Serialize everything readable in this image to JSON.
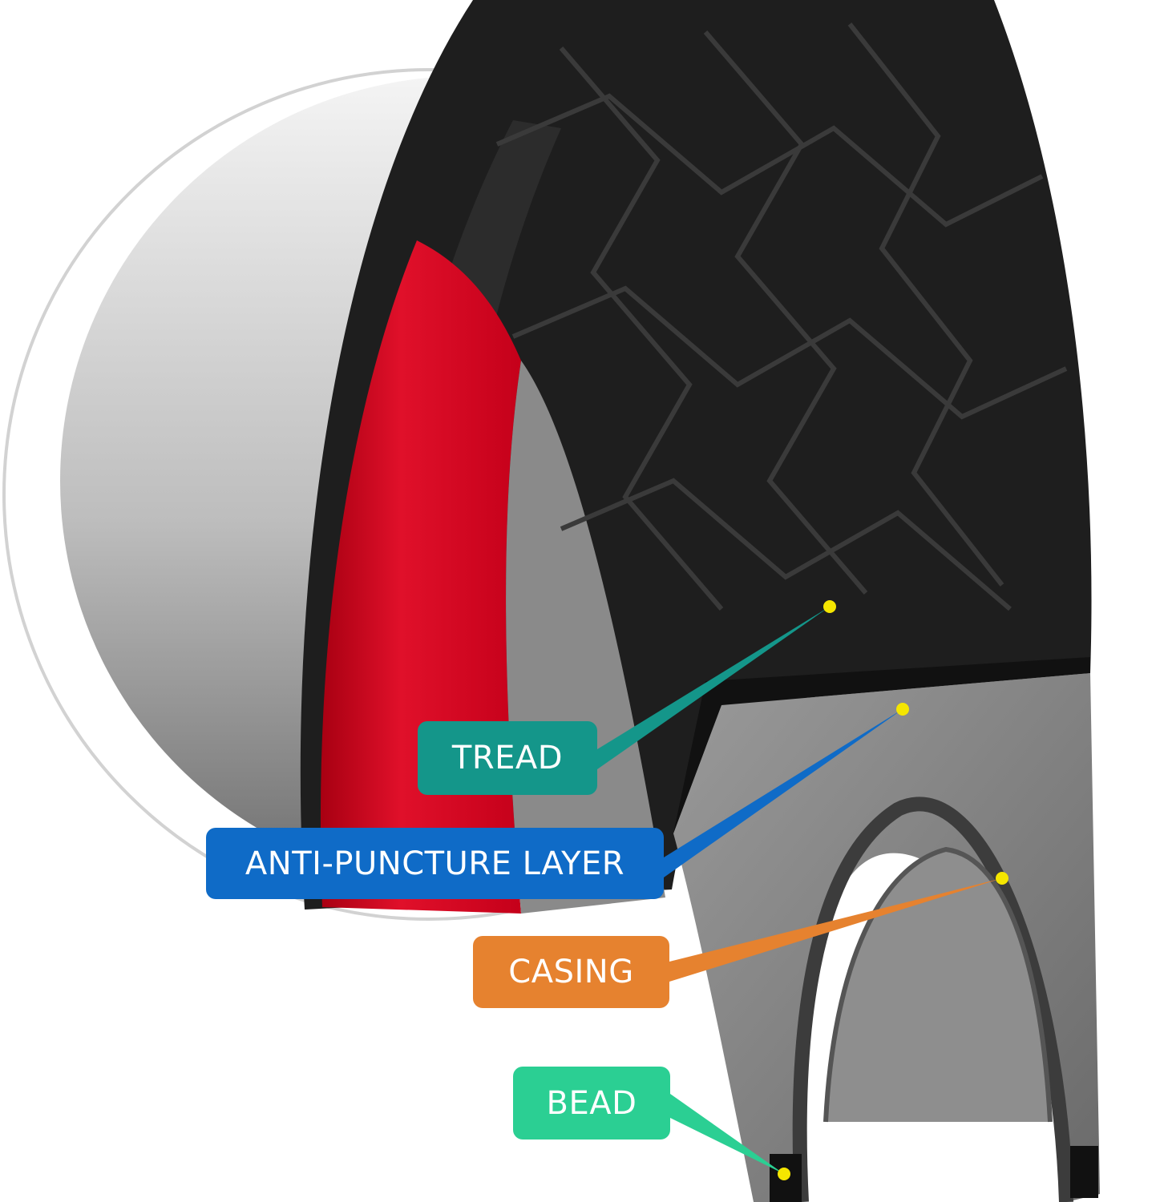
{
  "labels": {
    "tread": "TREAD",
    "anti_puncture": "ANTI-PUNCTURE LAYER",
    "casing": "CASING",
    "bead": "BEAD"
  },
  "colors": {
    "tread": "#14968a",
    "anti_puncture": "#0f6bc7",
    "casing": "#e6822f",
    "bead": "#2bcf93",
    "marker": "#f5e600",
    "rim": "#d0001a"
  }
}
